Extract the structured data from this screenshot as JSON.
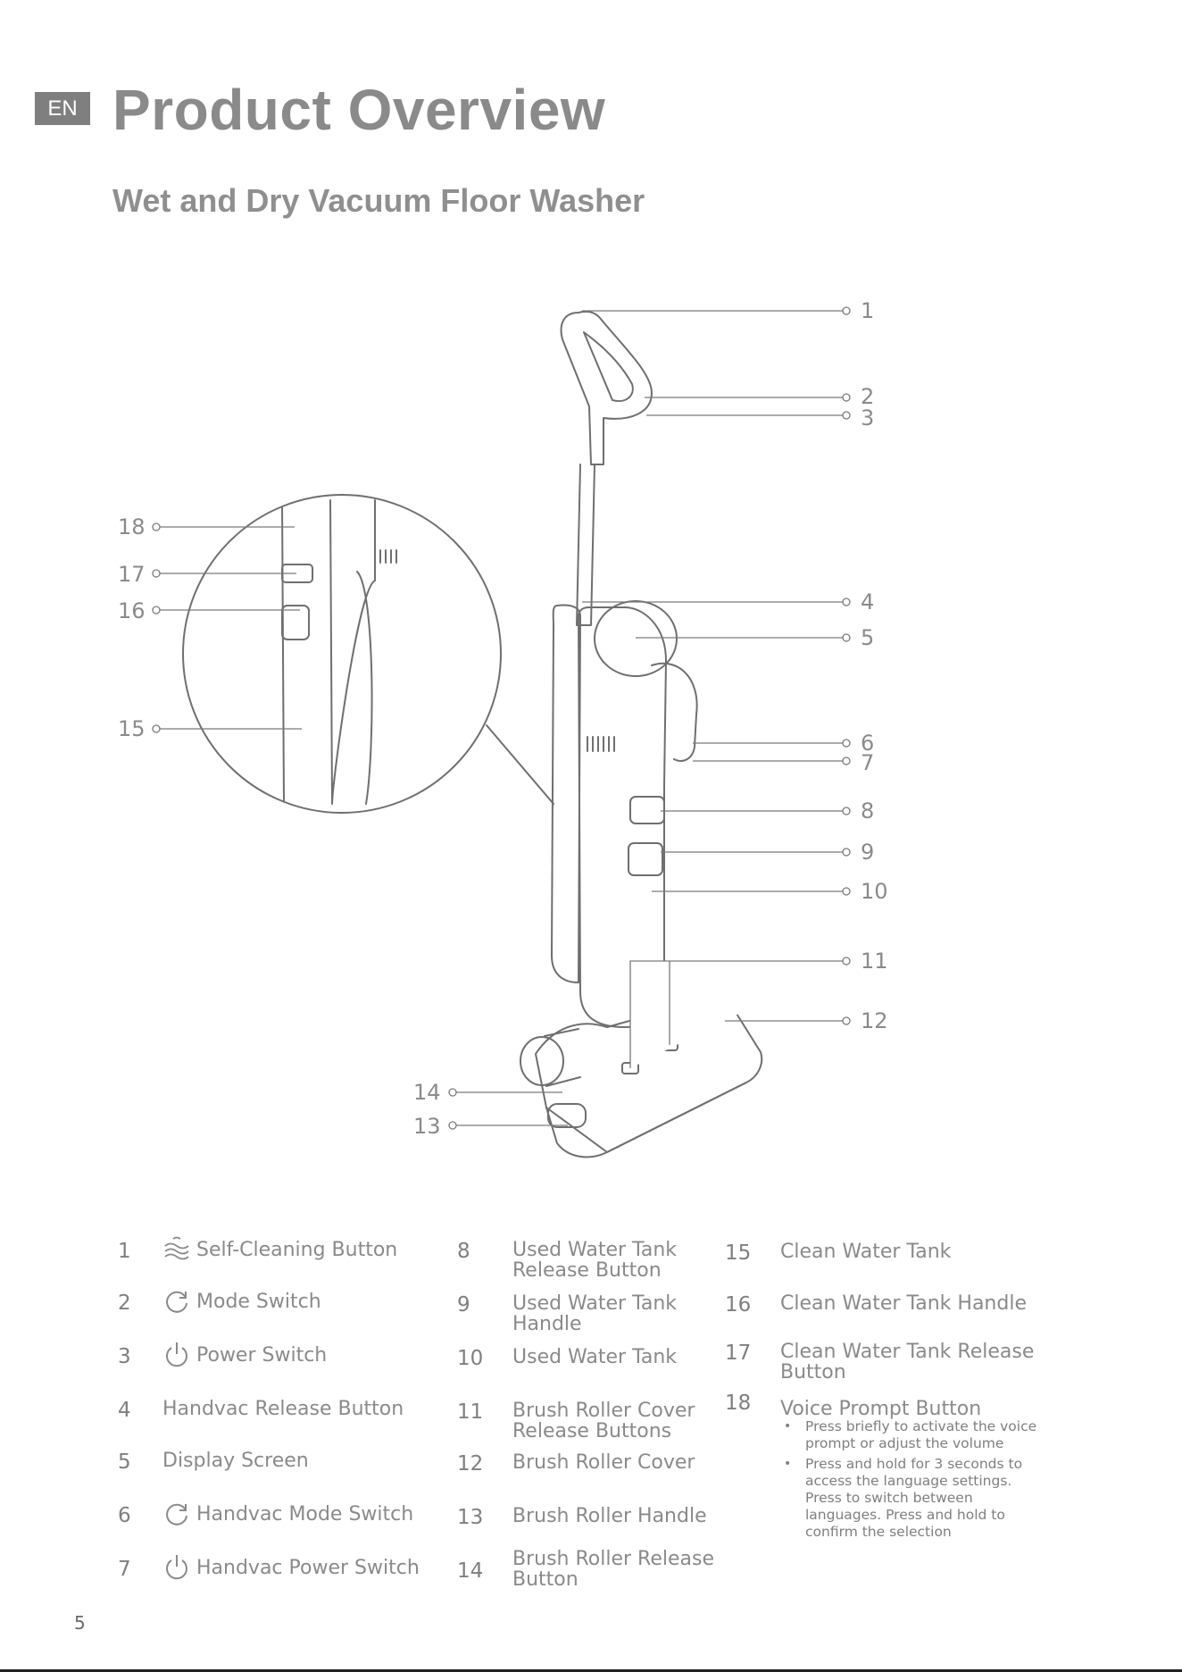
{
  "header": {
    "lang_badge": "EN",
    "title": "Product Overview"
  },
  "subtitle": "Wet and Dry Vacuum Floor Washer",
  "diagram": {
    "callouts": [
      "1",
      "2",
      "3",
      "4",
      "5",
      "6",
      "7",
      "8",
      "9",
      "10",
      "11",
      "12",
      "13",
      "14",
      "15",
      "16",
      "17",
      "18"
    ]
  },
  "legend": [
    {
      "num": "1",
      "label": "Self-Cleaning Button",
      "icon": "self-cleaning-icon"
    },
    {
      "num": "2",
      "label": "Mode Switch",
      "icon": "mode-icon"
    },
    {
      "num": "3",
      "label": "Power Switch",
      "icon": "power-icon"
    },
    {
      "num": "4",
      "label": "Handvac Release Button"
    },
    {
      "num": "5",
      "label": "Display Screen"
    },
    {
      "num": "6",
      "label": "Handvac Mode Switch",
      "icon": "mode-icon"
    },
    {
      "num": "7",
      "label": "Handvac Power Switch",
      "icon": "power-icon"
    },
    {
      "num": "8",
      "label_lines": [
        "Used Water Tank",
        "Release Button"
      ]
    },
    {
      "num": "9",
      "label_lines": [
        "Used Water Tank",
        "Handle"
      ]
    },
    {
      "num": "10",
      "label": "Used Water Tank"
    },
    {
      "num": "11",
      "label_lines": [
        "Brush Roller Cover",
        "Release Buttons"
      ]
    },
    {
      "num": "12",
      "label": "Brush Roller Cover"
    },
    {
      "num": "13",
      "label": "Brush Roller Handle"
    },
    {
      "num": "14",
      "label_lines": [
        "Brush Roller Release",
        "Button"
      ]
    },
    {
      "num": "15",
      "label": "Clean Water Tank"
    },
    {
      "num": "16",
      "label": "Clean Water Tank Handle"
    },
    {
      "num": "17",
      "label_lines": [
        "Clean Water Tank Release",
        "Button"
      ]
    },
    {
      "num": "18",
      "label": "Voice Prompt Button"
    }
  ],
  "voice_prompt_notes": [
    "Press briefly to activate the voice prompt or adjust the volume",
    "Press and hold for 3 seconds to access the language settings. Press to switch between languages. Press and hold to confirm the selection"
  ],
  "page_number": "5"
}
